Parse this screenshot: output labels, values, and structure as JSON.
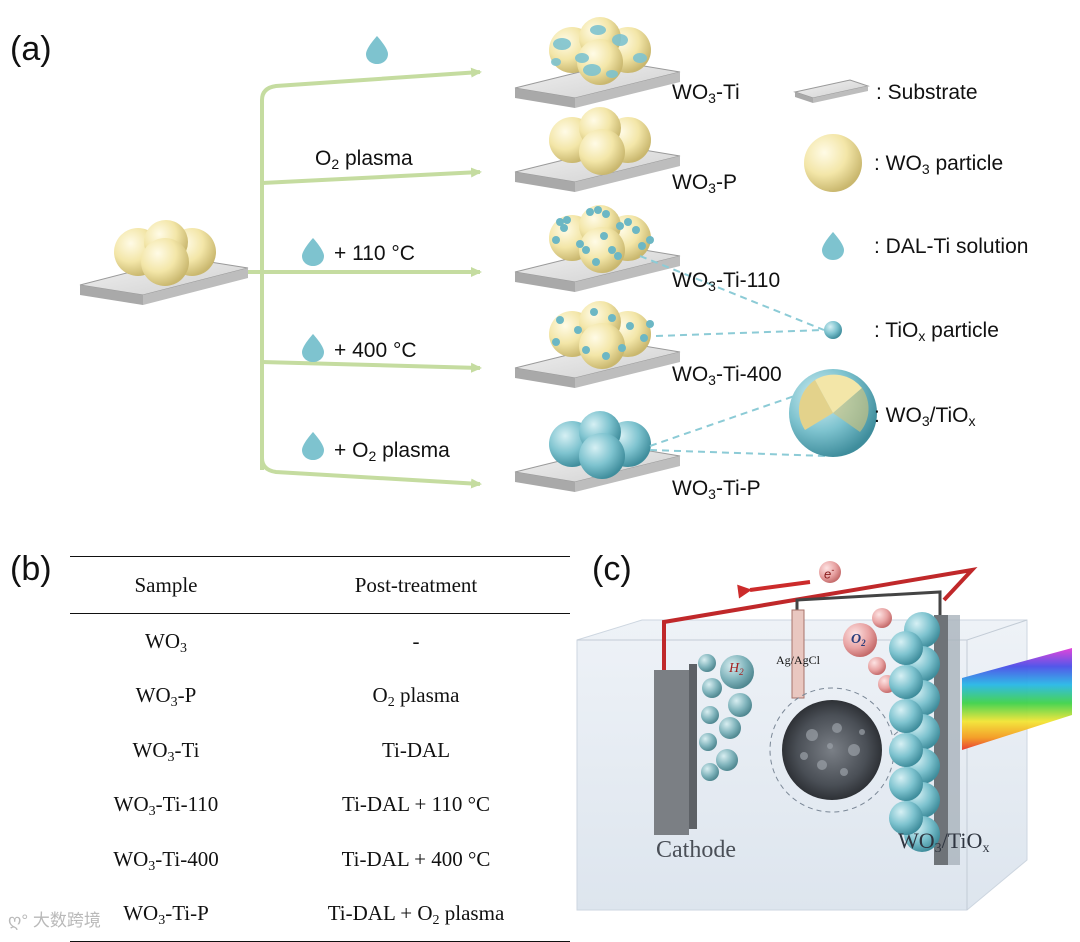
{
  "panel_a": {
    "label": "(a)",
    "routes": [
      {
        "condition": "",
        "product": "WO3-Ti"
      },
      {
        "condition": "O2 plasma",
        "product": "WO3-P"
      },
      {
        "condition": "+ 110 °C",
        "product": "WO3-Ti-110"
      },
      {
        "condition": "+ 400 °C",
        "product": "WO3-Ti-400"
      },
      {
        "condition": "+ O2 plasma",
        "product": "WO3-Ti-P"
      }
    ],
    "legend": [
      {
        "icon": "substrate-icon",
        "text": ": Substrate"
      },
      {
        "icon": "wo3-particle-icon",
        "text": ": WO3 particle"
      },
      {
        "icon": "droplet-icon",
        "text": ": DAL-Ti solution"
      },
      {
        "icon": "tiox-particle-icon",
        "text": ": TiOx particle"
      },
      {
        "icon": "core-shell-icon",
        "text": ": WO3/TiOx"
      }
    ],
    "colors": {
      "arrow": "#c5dca0",
      "particle": "#f3e6a8",
      "tiox": "#7ec3cf",
      "dash": "#8ccbd6"
    }
  },
  "panel_b": {
    "label": "(b)",
    "headers": [
      "Sample",
      "Post-treatment"
    ],
    "rows": [
      {
        "sample": "WO3",
        "treatment": "-"
      },
      {
        "sample": "WO3-P",
        "treatment": "O2 plasma"
      },
      {
        "sample": "WO3-Ti",
        "treatment": "Ti-DAL"
      },
      {
        "sample": "WO3-Ti-110",
        "treatment": "Ti-DAL + 110 °C"
      },
      {
        "sample": "WO3-Ti-400",
        "treatment": "Ti-DAL + 400 °C"
      },
      {
        "sample": "WO3-Ti-P",
        "treatment": "Ti-DAL + O2 plasma"
      }
    ]
  },
  "panel_c": {
    "label": "(c)",
    "electron": "e-",
    "h2": "H2",
    "o2": "O2",
    "reference": "Ag/AgCl",
    "cathode": "Cathode",
    "photoanode": "WO3/TiOx"
  },
  "watermark": "大数跨境"
}
